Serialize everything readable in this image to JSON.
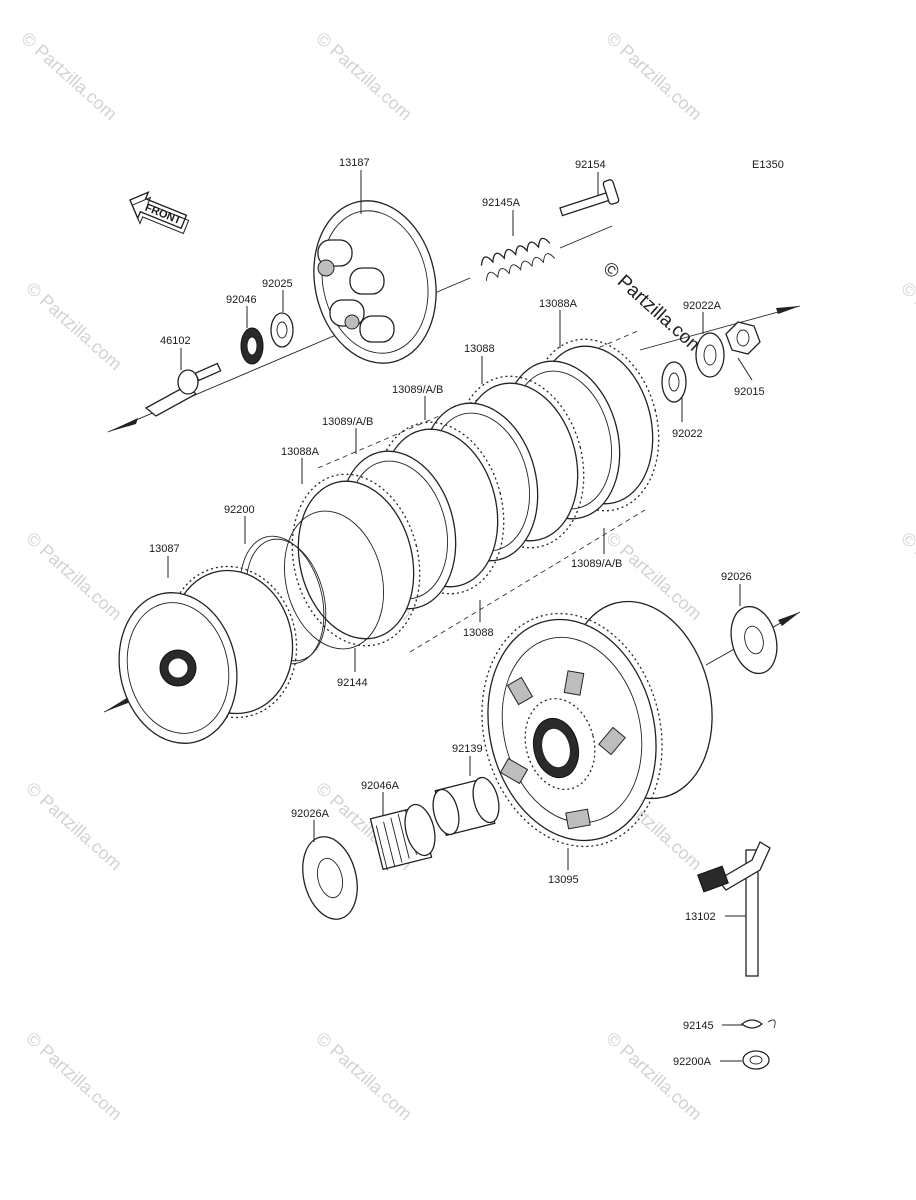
{
  "diagram": {
    "code": "E1350",
    "front_marker": "FRONT",
    "watermark": "© Partzilla.com",
    "callouts": [
      {
        "id": "13187",
        "label": "13187"
      },
      {
        "id": "92154",
        "label": "92154"
      },
      {
        "id": "92145A",
        "label": "92145A"
      },
      {
        "id": "92025",
        "label": "92025"
      },
      {
        "id": "92046",
        "label": "92046"
      },
      {
        "id": "46102",
        "label": "46102"
      },
      {
        "id": "13088A_top",
        "label": "13088A"
      },
      {
        "id": "92022A",
        "label": "92022A"
      },
      {
        "id": "92015",
        "label": "92015"
      },
      {
        "id": "13088_top",
        "label": "13088"
      },
      {
        "id": "92022",
        "label": "92022"
      },
      {
        "id": "13089AB_upper",
        "label": "13089/A/B"
      },
      {
        "id": "13089AB_mid",
        "label": "13089/A/B"
      },
      {
        "id": "13088A_left",
        "label": "13088A"
      },
      {
        "id": "92200",
        "label": "92200"
      },
      {
        "id": "13087",
        "label": "13087"
      },
      {
        "id": "13089AB_right",
        "label": "13089/A/B"
      },
      {
        "id": "13088_bottom",
        "label": "13088"
      },
      {
        "id": "92144",
        "label": "92144"
      },
      {
        "id": "92026",
        "label": "92026"
      },
      {
        "id": "92139",
        "label": "92139"
      },
      {
        "id": "92046A",
        "label": "92046A"
      },
      {
        "id": "92026A",
        "label": "92026A"
      },
      {
        "id": "13095",
        "label": "13095"
      },
      {
        "id": "13102",
        "label": "13102"
      },
      {
        "id": "92145",
        "label": "92145"
      },
      {
        "id": "92200A",
        "label": "92200A"
      }
    ]
  }
}
